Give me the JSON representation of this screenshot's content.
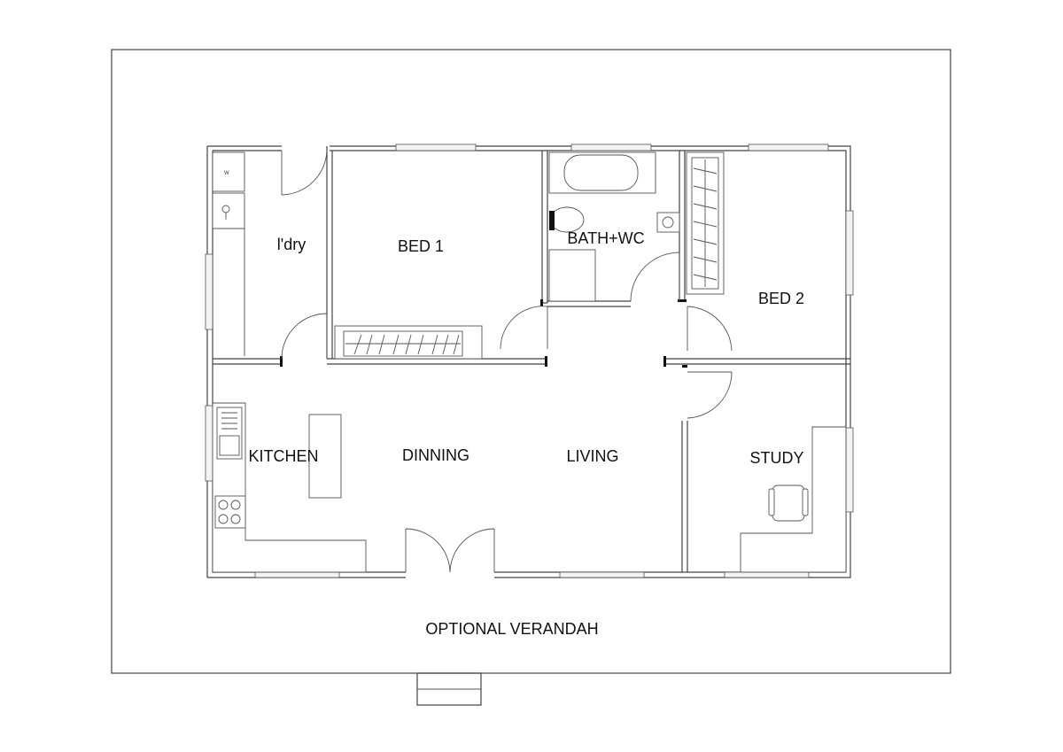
{
  "rooms": {
    "laundry": "l'dry",
    "bed1": "BED 1",
    "bath": "BATH+WC",
    "bed2": "BED 2",
    "kitchen": "KITCHEN",
    "dining": "DINNING",
    "living": "LIVING",
    "study": "STUDY"
  },
  "verandah": "OPTIONAL VERANDAH",
  "fixtures": {
    "washer_mark": "W"
  }
}
